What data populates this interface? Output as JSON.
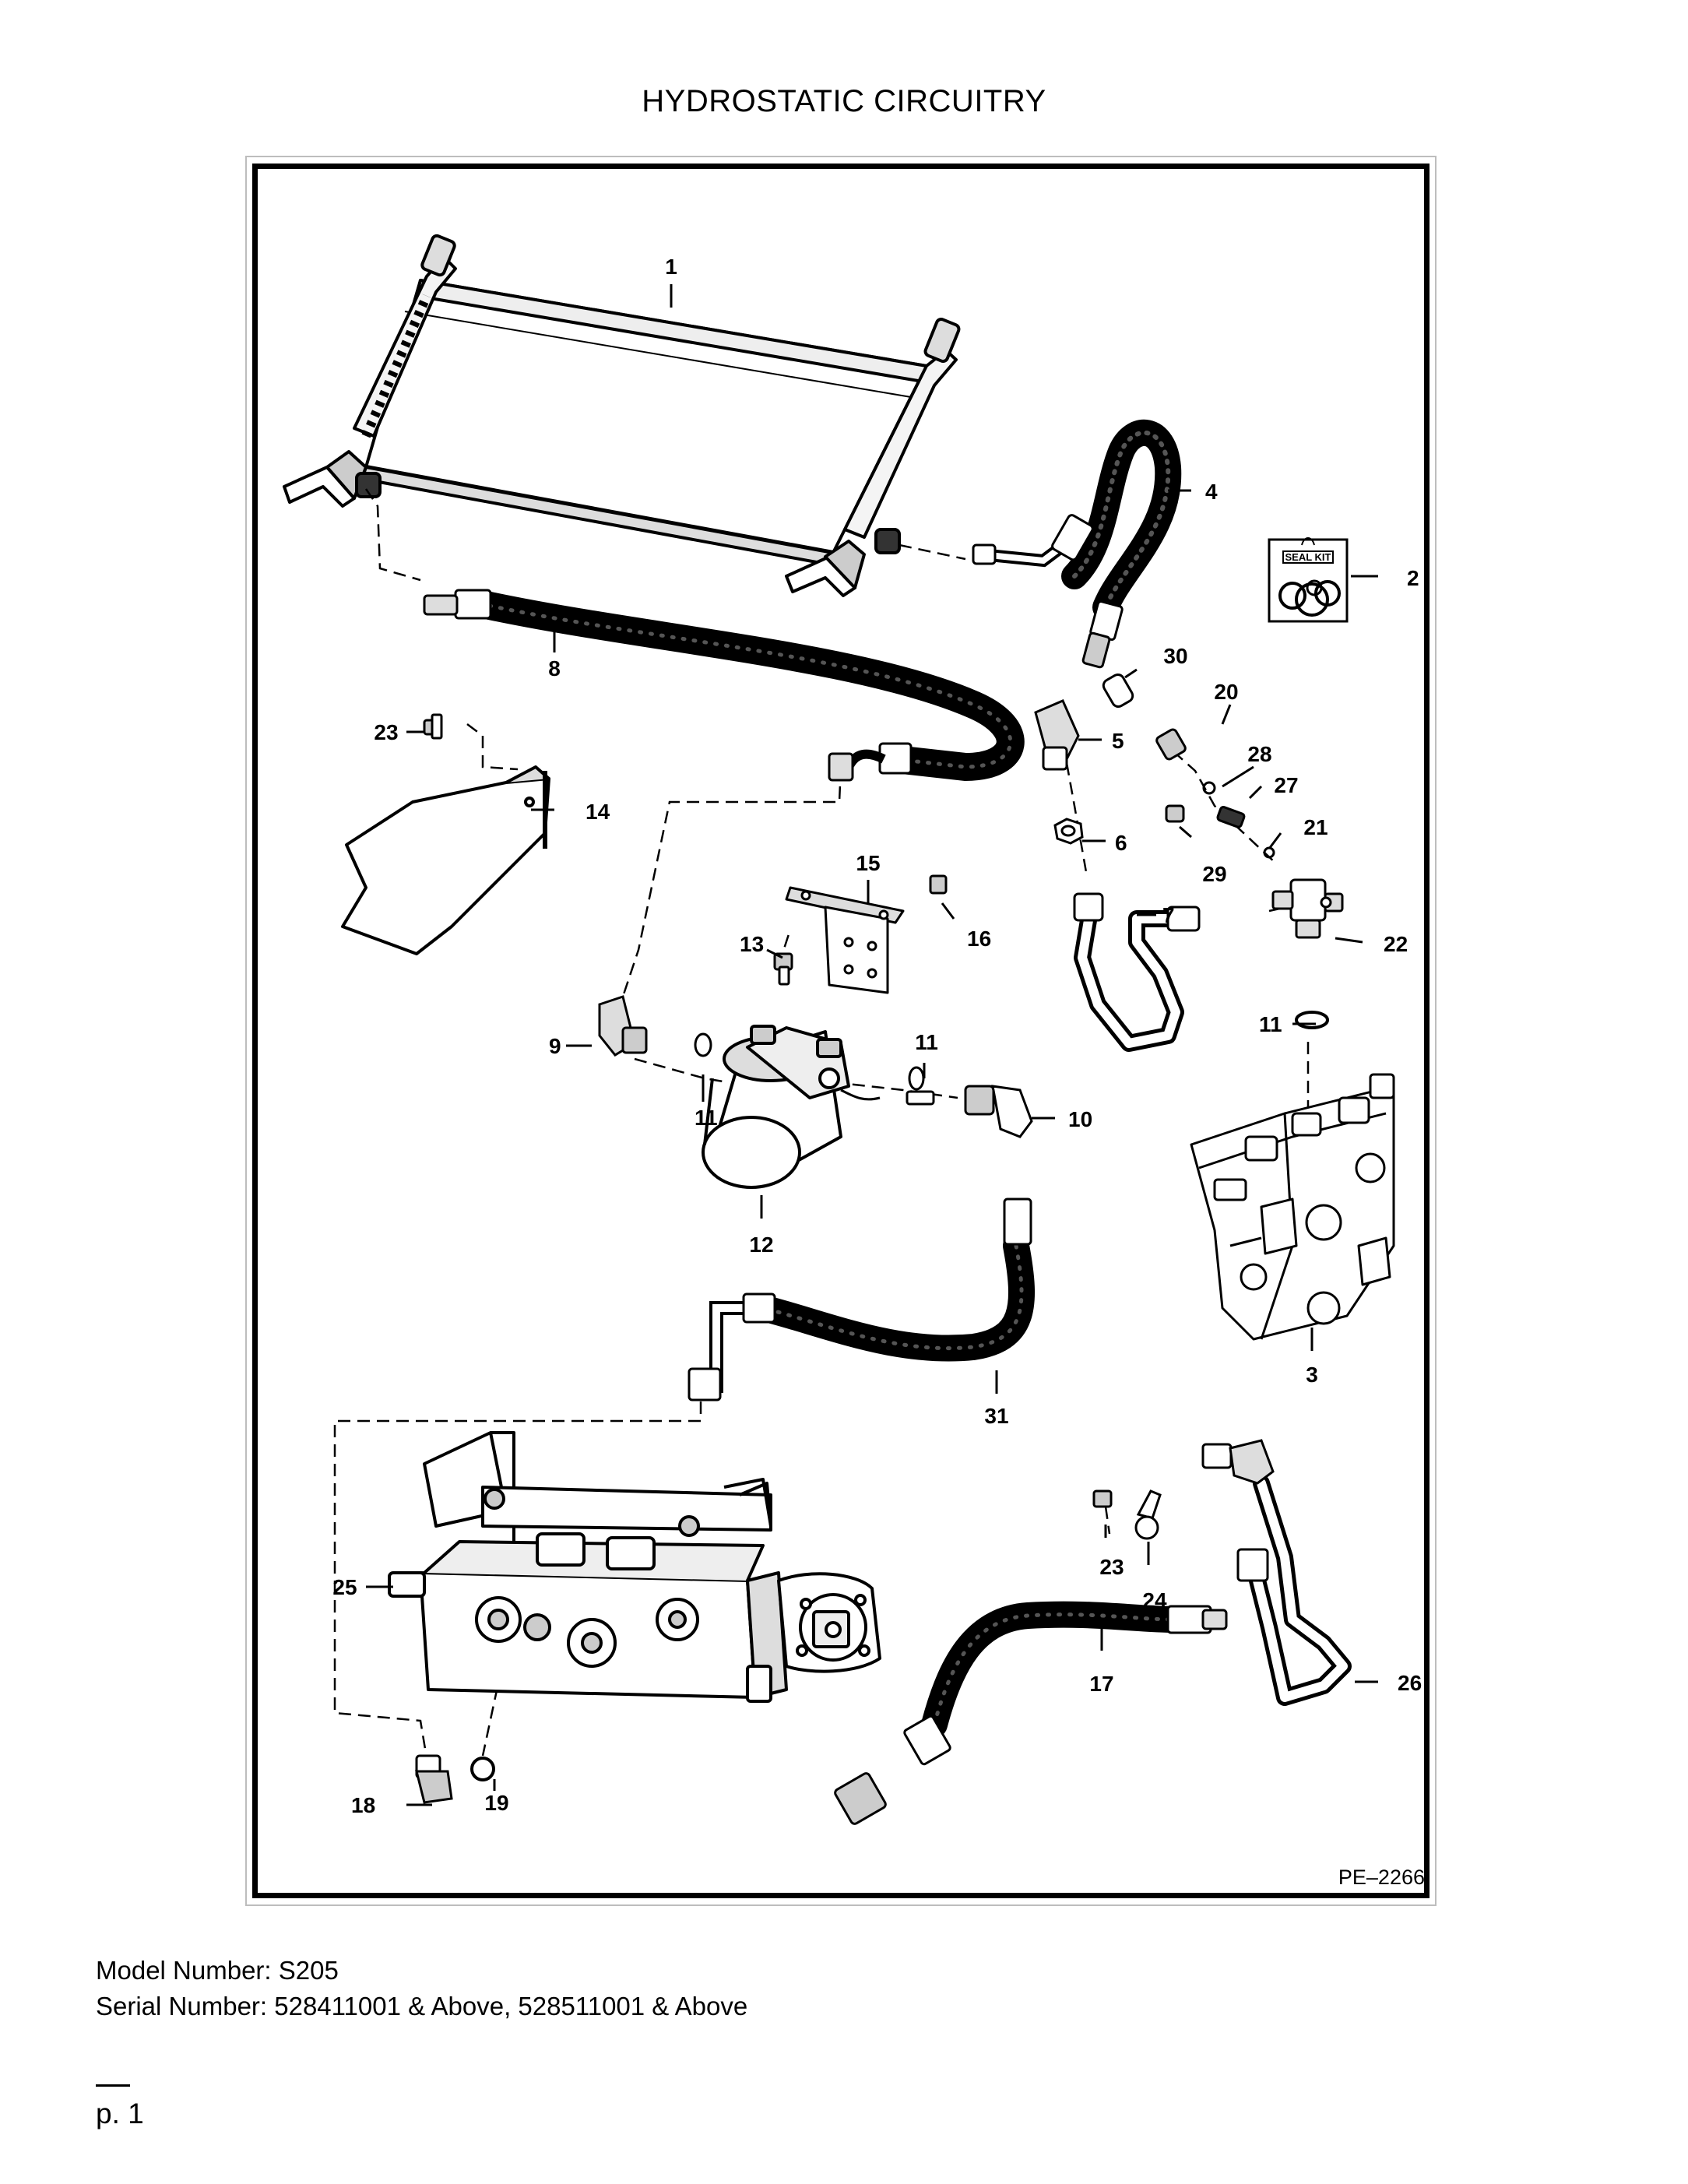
{
  "title": "HYDROSTATIC CIRCUITRY",
  "figure_code": "PE–2266",
  "seal_kit_label": "SEAL KIT",
  "callouts": {
    "c1": "1",
    "c2": "2",
    "c3": "3",
    "c4": "4",
    "c5": "5",
    "c6": "6",
    "c7": "7",
    "c8": "8",
    "c9": "9",
    "c10": "10",
    "c11a": "11",
    "c11b": "11",
    "c11c": "11",
    "c12": "12",
    "c13": "13",
    "c14": "14",
    "c15": "15",
    "c16": "16",
    "c17": "17",
    "c18": "18",
    "c19": "19",
    "c20": "20",
    "c21": "21",
    "c22": "22",
    "c23a": "23",
    "c23b": "23",
    "c24": "24",
    "c25": "25",
    "c26": "26",
    "c27": "27",
    "c28": "28",
    "c29": "29",
    "c30": "30",
    "c31": "31"
  },
  "footer": {
    "model": "Model Number: S205",
    "serial": "Serial Number: 528411001 & Above, 528511001 & Above",
    "page": "p. 1"
  }
}
